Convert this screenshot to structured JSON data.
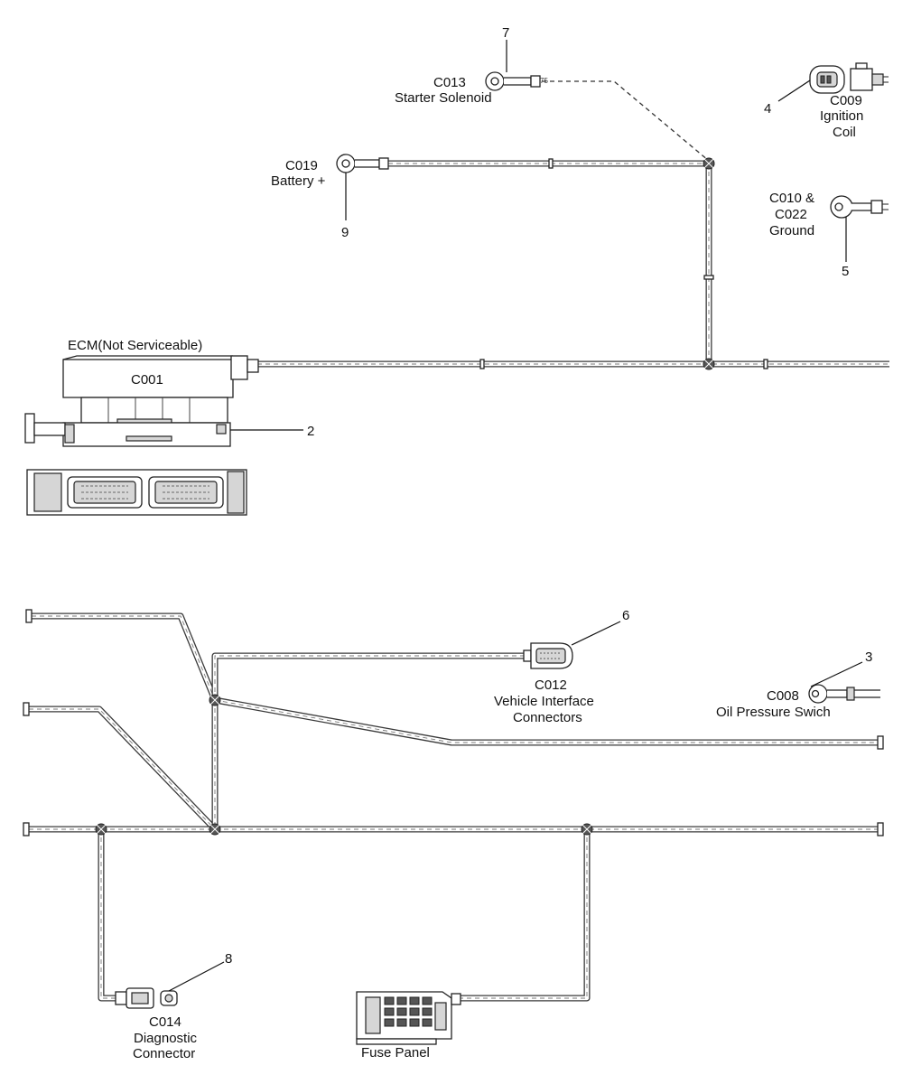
{
  "labels": {
    "ecm_title": "ECM(Not Serviceable)",
    "ecm_code": "C001",
    "starter_code": "C013",
    "starter_name": "Starter Solenoid",
    "battery_code": "C019",
    "battery_name": "Battery +",
    "ignition_code": "C009",
    "ignition_name1": "Ignition",
    "ignition_name2": "Coil",
    "ground_code1": "C010 &",
    "ground_code2": "C022",
    "ground_name": "Ground",
    "vehicle_code": "C012",
    "vehicle_name1": "Vehicle Interface",
    "vehicle_name2": "Connectors",
    "oil_code": "C008",
    "oil_name": "Oil Pressure Swich",
    "diag_code": "C014",
    "diag_name1": "Diagnostic",
    "diag_name2": "Connector",
    "fuse_name": "Fuse Panel"
  },
  "callouts": {
    "n2": "2",
    "n3": "3",
    "n4": "4",
    "n5": "5",
    "n6": "6",
    "n7": "7",
    "n8": "8",
    "n9": "9"
  },
  "lengths": {
    "starter_branch": "75"
  }
}
